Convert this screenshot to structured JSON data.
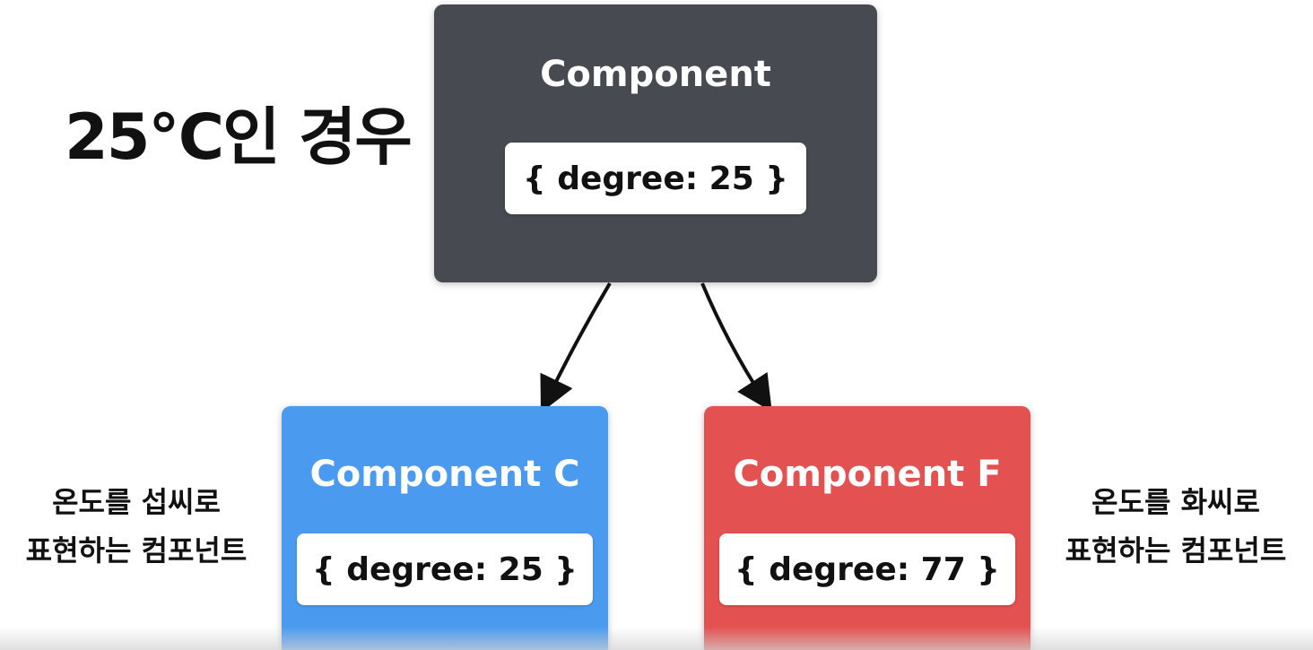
{
  "heading": "25℃인 경우",
  "parent": {
    "title": "Component",
    "state": "{ degree: 25 }",
    "color": "#474a51"
  },
  "child_c": {
    "title": "Component C",
    "state": "{ degree: 25 }",
    "color": "#4a9bf0",
    "description": [
      "온도를 섭씨로",
      "표현하는 컴포넌트"
    ]
  },
  "child_f": {
    "title": "Component F",
    "state": "{ degree: 77 }",
    "color": "#e35250",
    "description": [
      "온도를 화씨로",
      "표현하는 컴포넌트"
    ]
  }
}
